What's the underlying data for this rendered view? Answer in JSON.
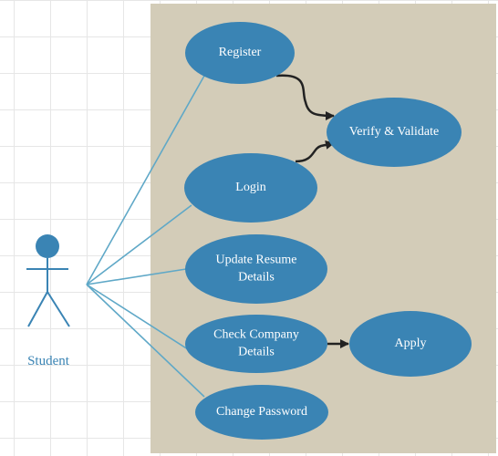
{
  "actor": {
    "name": "Student",
    "icon": "stick-figure-icon"
  },
  "use_cases": [
    {
      "id": "register",
      "lines": [
        "Register"
      ]
    },
    {
      "id": "verify-validate",
      "lines": [
        "Verify & Validate"
      ]
    },
    {
      "id": "login",
      "lines": [
        "Login"
      ]
    },
    {
      "id": "update-resume-details",
      "lines": [
        "Update Resume",
        "Details"
      ]
    },
    {
      "id": "check-company-details",
      "lines": [
        "Check Company",
        "Details"
      ]
    },
    {
      "id": "apply",
      "lines": [
        "Apply"
      ]
    },
    {
      "id": "change-password",
      "lines": [
        "Change Password"
      ]
    }
  ],
  "associations": [
    "register",
    "login",
    "update-resume-details",
    "check-company-details",
    "change-password"
  ],
  "dependencies": [
    {
      "from": "register",
      "to": "verify-validate"
    },
    {
      "from": "login",
      "to": "verify-validate"
    },
    {
      "from": "check-company-details",
      "to": "apply"
    }
  ],
  "colors": {
    "system_boundary": "#d3ccb8",
    "use_case_fill": "#3a84b4",
    "association_line": "#5fa8c7",
    "dependency_arrow": "#222222",
    "actor": "#3a84b4",
    "text_light": "#ffffff"
  }
}
